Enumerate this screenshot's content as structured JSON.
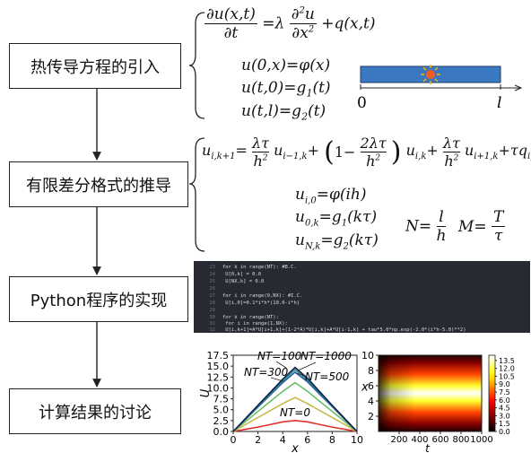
{
  "steps": [
    {
      "label": "热传导方程的引入"
    },
    {
      "label": "有限差分格式的推导"
    },
    {
      "label": "Python程序的实现"
    },
    {
      "label": "计算结果的讨论"
    }
  ],
  "rod_diagram": {
    "left_label": "0",
    "right_label": "l",
    "bar_color": "#3a78c2",
    "heat_icon": "sun-icon"
  },
  "code_snippet": {
    "lines": [
      {
        "n": "23",
        "code": "for k in range(NT):  #B.C."
      },
      {
        "n": "24",
        "code": "    U[0,k] = 0.0"
      },
      {
        "n": "25",
        "code": "    U[NX,k] = 0.0"
      },
      {
        "n": "26",
        "code": ""
      },
      {
        "n": "27",
        "code": "for i in range(0,NX): #I.C."
      },
      {
        "n": "28",
        "code": "    U[i,0]=0.1*i*h*(10.0-i*h)"
      },
      {
        "n": "29",
        "code": ""
      },
      {
        "n": "30",
        "code": "for k in range(NT):"
      },
      {
        "n": "31",
        "code": "    for i in range(1,NX):"
      },
      {
        "n": "32",
        "code": "        U[i,k+1]=A*U[i+1,k]+(1-2*A)*U[i,k]+A*U[i-1,k] + tau*5.0*np.exp(-2.0*(i*h-5.0)**2)"
      }
    ]
  },
  "chart_data": [
    {
      "type": "line",
      "xlabel": "x",
      "ylabel": "U",
      "xlim": [
        0,
        10
      ],
      "ylim": [
        0,
        17.5
      ],
      "x_ticks": [
        "0",
        "2",
        "4",
        "6",
        "8",
        "10"
      ],
      "y_ticks": [
        "0.0",
        "2.5",
        "5.0",
        "7.5",
        "10.0",
        "12.5",
        "15.0",
        "17.5"
      ],
      "x": [
        0,
        1,
        2,
        3,
        4,
        5,
        6,
        7,
        8,
        9,
        10
      ],
      "series": [
        {
          "name": "NT=0",
          "color": "#e0312b",
          "values": [
            0,
            0.5,
            1.0,
            1.6,
            2.2,
            2.5,
            2.2,
            1.6,
            1.0,
            0.5,
            0
          ]
        },
        {
          "name": "",
          "color": "#c9b84a",
          "values": [
            0,
            1.6,
            3.2,
            4.8,
            6.4,
            7.8,
            6.4,
            4.8,
            3.2,
            1.6,
            0
          ]
        },
        {
          "name": "NT=300",
          "color": "#6fbf6a",
          "values": [
            0,
            2.3,
            4.6,
            6.9,
            9.2,
            11.2,
            9.2,
            6.9,
            4.6,
            2.3,
            0
          ]
        },
        {
          "name": "NT=500",
          "color": "#2f5aa6",
          "values": [
            0,
            2.8,
            5.6,
            8.4,
            11.2,
            13.6,
            11.4,
            8.5,
            5.7,
            2.8,
            0
          ]
        },
        {
          "name": "NT=100",
          "color": "#1f8f8a",
          "values": [
            0,
            2.9,
            5.8,
            8.7,
            11.6,
            14.2,
            11.8,
            8.8,
            5.9,
            2.9,
            0
          ]
        },
        {
          "name": "NT=1000",
          "color": "#14214a",
          "values": [
            0,
            3.0,
            6.0,
            9.0,
            12.0,
            14.7,
            12.2,
            9.1,
            6.0,
            3.0,
            0
          ]
        }
      ],
      "annotations": [
        "NT=100",
        "NT=1000",
        "NT=300",
        "NT=500",
        "NT=0"
      ]
    },
    {
      "type": "heatmap",
      "xlabel": "t",
      "ylabel": "x",
      "xlim": [
        0,
        1000
      ],
      "ylim": [
        0,
        10
      ],
      "x_ticks": [
        "200",
        "400",
        "600",
        "800",
        "1000"
      ],
      "y_ticks": [
        "2",
        "4",
        "6",
        "8",
        "10"
      ],
      "colorbar_ticks": [
        "0.0",
        "1.5",
        "3.0",
        "4.5",
        "6.0",
        "7.5",
        "9.0",
        "10.5",
        "12.0",
        "13.5"
      ],
      "colorbar_range": [
        0,
        14.5
      ],
      "colormap": "hot"
    }
  ]
}
